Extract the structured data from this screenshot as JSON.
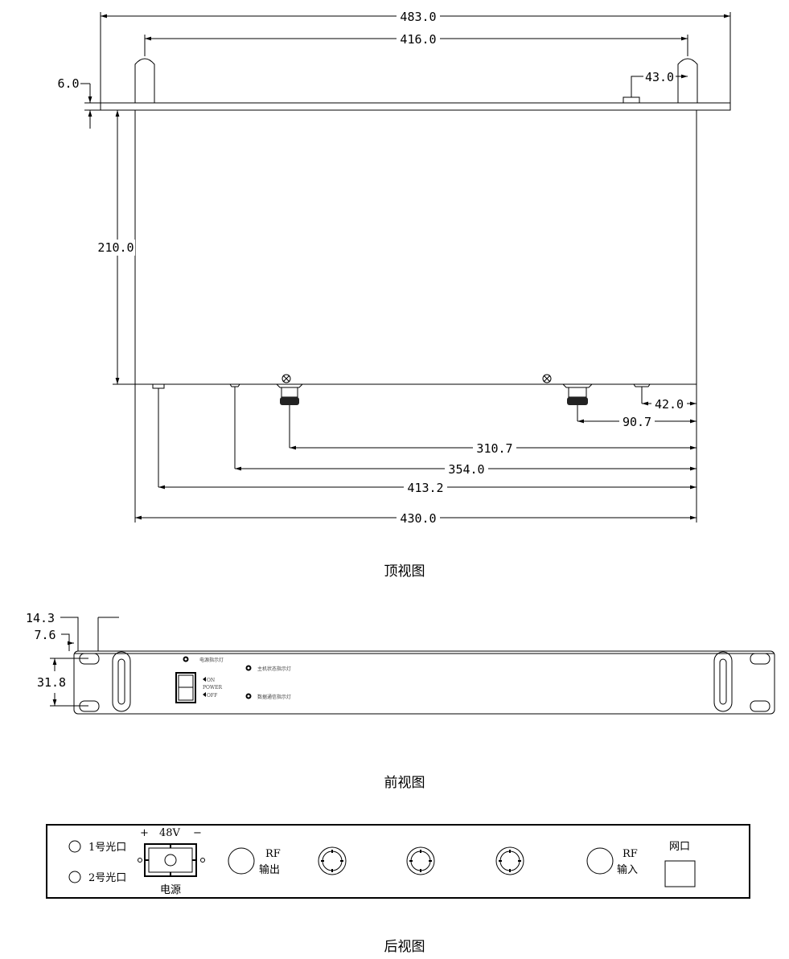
{
  "top_view": {
    "caption": "顶视图",
    "dims": {
      "overall_width": "483.0",
      "handle_spacing": "416.0",
      "tab_offset": "43.0",
      "flange_thickness": "6.0",
      "depth": "210.0",
      "conn_a": "42.0",
      "conn_b": "90.7",
      "conn_c": "310.7",
      "conn_d": "354.0",
      "conn_e": "413.2",
      "body_width": "430.0"
    }
  },
  "front_view": {
    "caption": "前视图",
    "dims": {
      "ear_a": "14.3",
      "ear_b": "7.6",
      "hole_spacing": "31.8"
    },
    "labels": {
      "power_led": "电源指示灯",
      "host_led": "主机状态指示灯",
      "data_led": "数据通信指示灯",
      "on": "ON",
      "power": "POWER",
      "off": "OFF"
    }
  },
  "back_view": {
    "caption": "后视图",
    "labels": {
      "port1": "1号光口",
      "port2": "2号光口",
      "plus": "+",
      "voltage": "48V",
      "minus": "−",
      "power": "电源",
      "rf": "RF",
      "rf_out": "输出",
      "rf_in": "输入",
      "network": "网口"
    }
  }
}
